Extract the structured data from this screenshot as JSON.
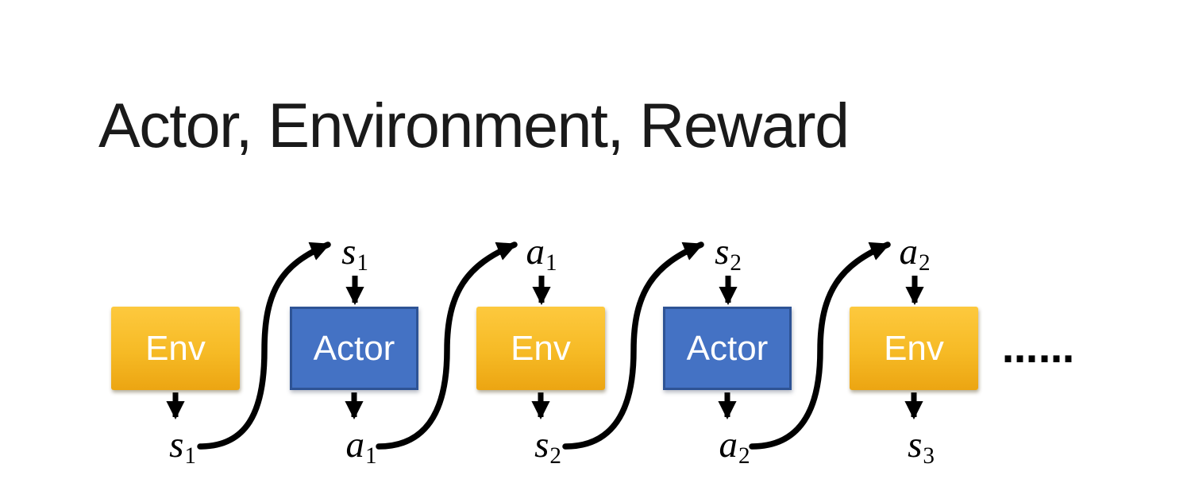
{
  "title": "Actor, Environment, Reward",
  "diagram": {
    "boxes": [
      {
        "id": "env-1",
        "label": "Env"
      },
      {
        "id": "actor-1",
        "label": "Actor"
      },
      {
        "id": "env-2",
        "label": "Env"
      },
      {
        "id": "actor-2",
        "label": "Actor"
      },
      {
        "id": "env-3",
        "label": "Env"
      }
    ],
    "top_labels": [
      {
        "base": "s",
        "sub": "1"
      },
      {
        "base": "a",
        "sub": "1"
      },
      {
        "base": "s",
        "sub": "2"
      },
      {
        "base": "a",
        "sub": "2"
      }
    ],
    "bottom_labels": [
      {
        "base": "s",
        "sub": "1"
      },
      {
        "base": "a",
        "sub": "1"
      },
      {
        "base": "s",
        "sub": "2"
      },
      {
        "base": "a",
        "sub": "2"
      },
      {
        "base": "s",
        "sub": "3"
      }
    ],
    "ellipsis": "……",
    "colors": {
      "env_gradient_top": "#FDC93E",
      "env_gradient_bottom": "#ECA512",
      "actor_fill": "#4472C4",
      "actor_border": "#2E5395",
      "box_text": "#FFFFFF",
      "arrow": "#000000",
      "title_text": "#1A1A1A",
      "background": "#FFFFFF"
    }
  }
}
